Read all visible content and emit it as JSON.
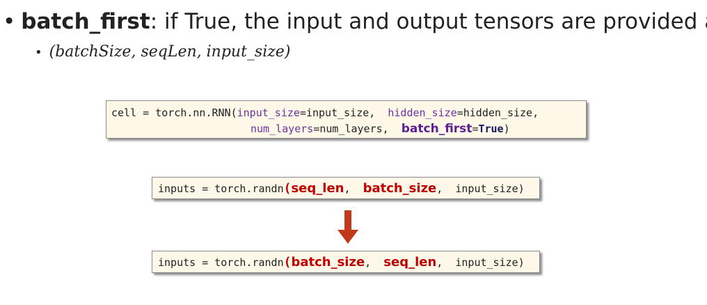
{
  "bullet": {
    "symbol": "•",
    "keyword": "batch_first",
    "text": ": if True, the input and output tensors are provided as:"
  },
  "sub_bullet": {
    "symbol": "•",
    "formula": "(batchSize, seqLen, input_size)"
  },
  "code_rnn": {
    "prefix": "cell = torch.nn.RNN(",
    "arg1_name": "input_size",
    "arg1_value": "=input_size,  ",
    "arg2_name": "hidden_size",
    "arg2_value": "=hidden_size,",
    "arg3_name": "num_layers",
    "arg3_value": "=num_layers,  ",
    "arg4_name": "batch_first",
    "arg4_eq": "=",
    "arg4_value": "True",
    "suffix": ")"
  },
  "code_inputs_before": {
    "prefix": "inputs = torch.randn",
    "open": "(",
    "first": "seq_len",
    "sep1": ",  ",
    "second": "batch_size",
    "rest": ",  input_size)"
  },
  "code_inputs_after": {
    "prefix": "inputs = torch.randn",
    "open": "(",
    "first": "batch_size",
    "sep1": ",  ",
    "second": "seq_len",
    "rest": ",  input_size)"
  },
  "colors": {
    "box_fill": "#fdf8e8",
    "purple": "#7030a0",
    "red": "#c00000",
    "arrow": "#c0391b"
  },
  "icons": {
    "arrow": "down-arrow-icon"
  }
}
